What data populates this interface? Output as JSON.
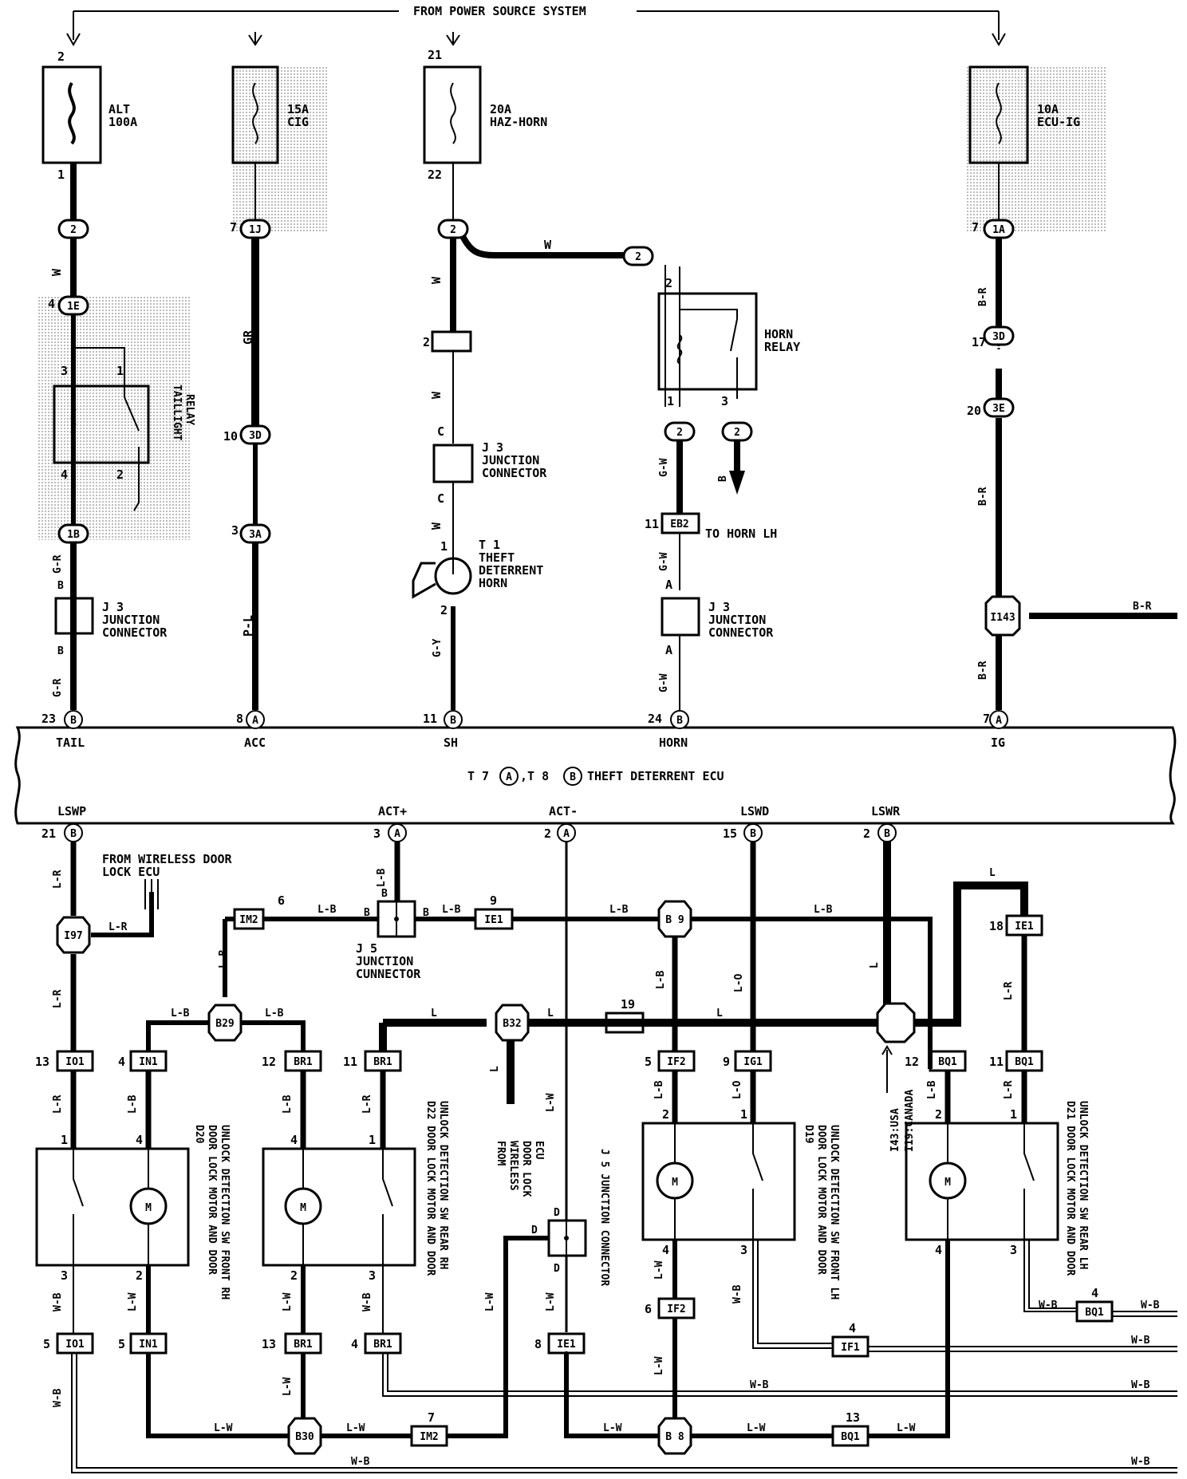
{
  "header": {
    "source_label": "FROM POWER SOURCE SYSTEM"
  },
  "fuses": [
    {
      "id": "alt",
      "name": "ALT",
      "rating": "100A",
      "pin_in": "2",
      "pin_out": "1"
    },
    {
      "id": "cig",
      "name": "CIG",
      "rating": "15A",
      "pin_in": "",
      "pin_out": ""
    },
    {
      "id": "haz",
      "name": "HAZ-HORN",
      "rating": "20A",
      "pin_in": "21",
      "pin_out": "22"
    },
    {
      "id": "ecu",
      "name": "ECU-IG",
      "rating": "10A",
      "pin_in": "",
      "pin_out": ""
    }
  ],
  "ecu": {
    "title_a": "T 7",
    "title_b": ",T 8",
    "title_c": "THEFT DETERRENT ECU",
    "conn_a": "A",
    "conn_b": "B",
    "top_terminals": [
      {
        "label": "TAIL",
        "pin": "23",
        "conn": "B"
      },
      {
        "label": "ACC",
        "pin": "8",
        "conn": "A"
      },
      {
        "label": "SH",
        "pin": "11",
        "conn": "B"
      },
      {
        "label": "HORN",
        "pin": "24",
        "conn": "B"
      },
      {
        "label": "IG",
        "pin": "7",
        "conn": "A"
      }
    ],
    "bottom_terminals": [
      {
        "label": "LSWP",
        "pin": "21",
        "conn": "B"
      },
      {
        "label": "ACT+",
        "pin": "3",
        "conn": "A"
      },
      {
        "label": "ACT-",
        "pin": "2",
        "conn": "A"
      },
      {
        "label": "LSWD",
        "pin": "15",
        "conn": "B"
      },
      {
        "label": "LSWR",
        "pin": "2",
        "conn": "B"
      }
    ]
  },
  "components": {
    "taillight_relay_1": "TAILLIGHT",
    "taillight_relay_2": "RELAY",
    "horn_relay_1": "HORN",
    "horn_relay_2": "RELAY",
    "j3": "J 3",
    "junction": "JUNCTION",
    "connector": "CONNECTOR",
    "t1": "T 1",
    "theft": "THEFT",
    "deterrent": "DETERRENT",
    "horn": "HORN",
    "to_horn_lh": "TO HORN LH",
    "j5": "J 5",
    "cunnector": "CUNNECTOR",
    "j5_conn": "J 5 JUNCTION CONNECTOR",
    "from_wireless_1": "FROM WIRELESS DOOR",
    "from_wireless_2": "LOCK ECU",
    "from_wireless_v": [
      "FROM",
      "WIRELESS",
      "DOOR LOCK",
      "ECU"
    ],
    "d20": [
      "D20",
      "DOOR LOCK MOTOR AND DOOR",
      "UNLOCK DETECTION SW FRONT RH"
    ],
    "d22": [
      "D22 DOOR LOCK MOTOR AND DOOR",
      "UNLOCK DETECTION SW REAR RH"
    ],
    "d19": [
      "D19",
      "DOOR LOCK MOTOR AND DOOR",
      "UNLOCK DETECTION SW FRONT LH"
    ],
    "d21": [
      "D21 DOOR LOCK MOTOR AND DOOR",
      "UNLOCK DETECTION SW REAR LH"
    ],
    "i43": [
      "I43:USA",
      "I19:CANADA"
    ],
    "motor": "M"
  },
  "wire_colors": {
    "w": "W",
    "gr": "GR",
    "br": "B-R",
    "gr2": "G-R",
    "b": "B",
    "pl": "P-L",
    "gy": "G-Y",
    "gw": "G-W",
    "a": "A",
    "c": "C",
    "lr": "L-R",
    "lb": "L-B",
    "l": "L",
    "lo": "L-O",
    "lw": "L-W",
    "wb": "W-B",
    "d": "D"
  }
}
